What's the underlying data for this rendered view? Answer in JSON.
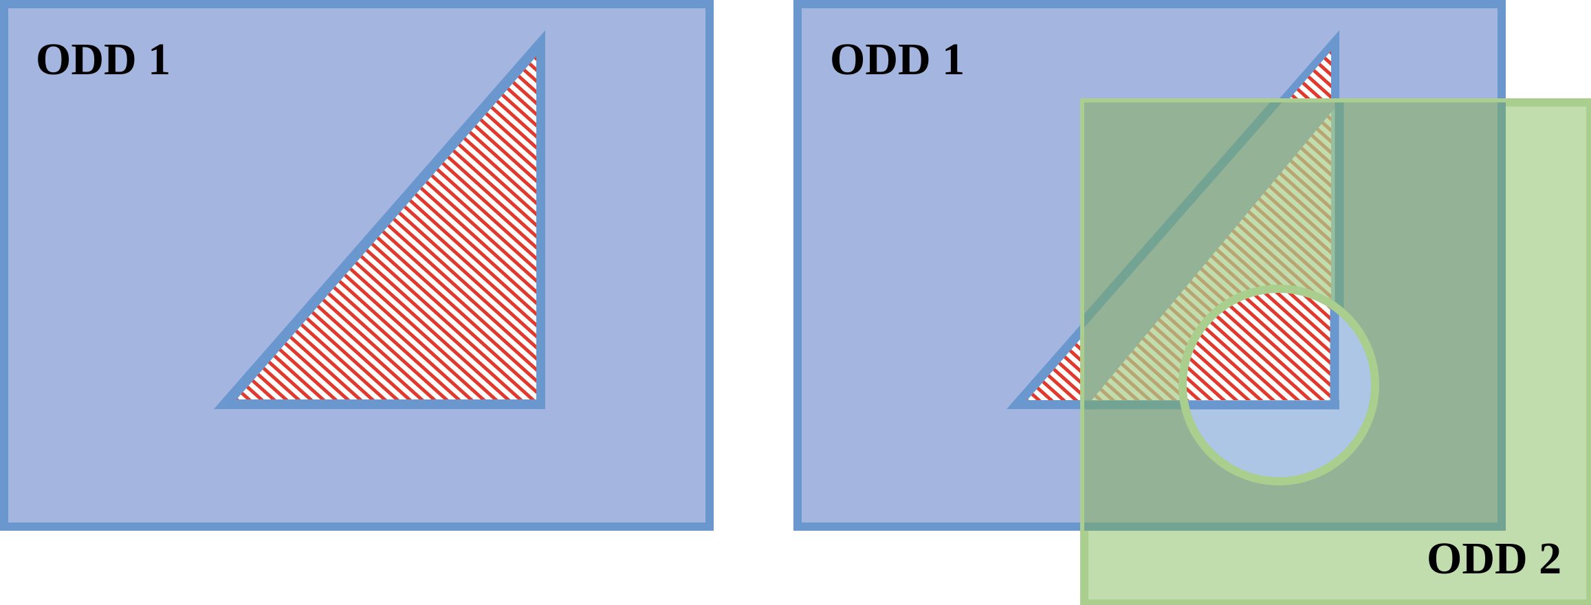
{
  "colors": {
    "odd1_fill": "#A4B6DF",
    "odd1_border": "#6A98CE",
    "odd2_fill": "#A9CE8E",
    "odd2_border": "#A9CE8E",
    "overlap_fill": "#93B296",
    "overlap_edge": "#73A393",
    "circle_fill": "#AEC6E5",
    "circle_border": "#A9CE8E",
    "hatch_red": "#E03A2E",
    "hatch_white": "#FFFFFF"
  },
  "panels": [
    {
      "label": "ODD 1",
      "shapes": [
        "rectangle",
        "right-triangle-hatched"
      ]
    },
    {
      "label": "ODD 1",
      "shapes": [
        "rectangle",
        "right-triangle-hatched",
        "circle"
      ],
      "overlay": {
        "label": "ODD 2",
        "shape": "translucent-rectangle"
      }
    }
  ]
}
